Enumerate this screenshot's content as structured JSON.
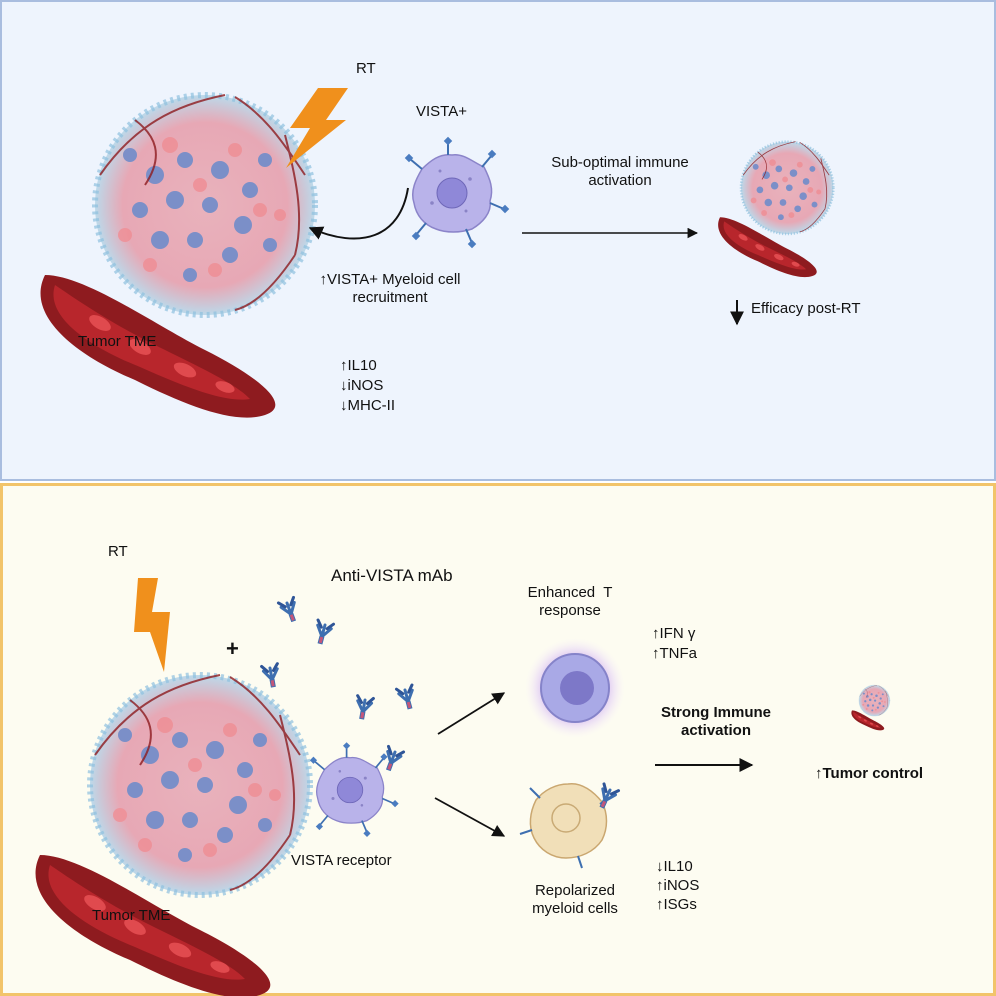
{
  "colors": {
    "top_panel_bg": "#eef4fd",
    "top_panel_border": "#a9bddf",
    "bottom_panel_bg": "#fdfcf1",
    "bottom_panel_border": "#f2c46a",
    "lightning": "#f0901c",
    "vessel": "#8e1b1f",
    "myeloid_cell": "#b9b3ea",
    "antibody": "#3e6fb0"
  },
  "top": {
    "rt_label": "RT",
    "vista_cell_label": "VISTA+",
    "recruitment_line1": "↑VISTA+ Myeloid cell",
    "recruitment_line2": "recruitment",
    "tumor_label": "Tumor TME",
    "cytokines": [
      "↑IL10",
      "↓iNOS",
      "↓MHC-II"
    ],
    "activation_line1": "Sub-optimal immune",
    "activation_line2": "activation",
    "outcome": "Efficacy post-RT"
  },
  "bottom": {
    "rt_label": "RT",
    "plus": "+",
    "antibody_label": "Anti-VISTA mAb",
    "tumor_label": "Tumor TME",
    "receptor_label": "VISTA receptor",
    "tcell_line1": "Enhanced  T",
    "tcell_line2": "response",
    "tcell_cytokines": [
      "↑IFN γ",
      "↑TNFa"
    ],
    "activation_line1": "Strong Immune",
    "activation_line2": "activation",
    "myeloid_line1": "Repolarized",
    "myeloid_line2": "myeloid cells",
    "myeloid_cytokines": [
      "↓IL10",
      "↑iNOS",
      "↑ISGs"
    ],
    "outcome": "↑Tumor control"
  }
}
